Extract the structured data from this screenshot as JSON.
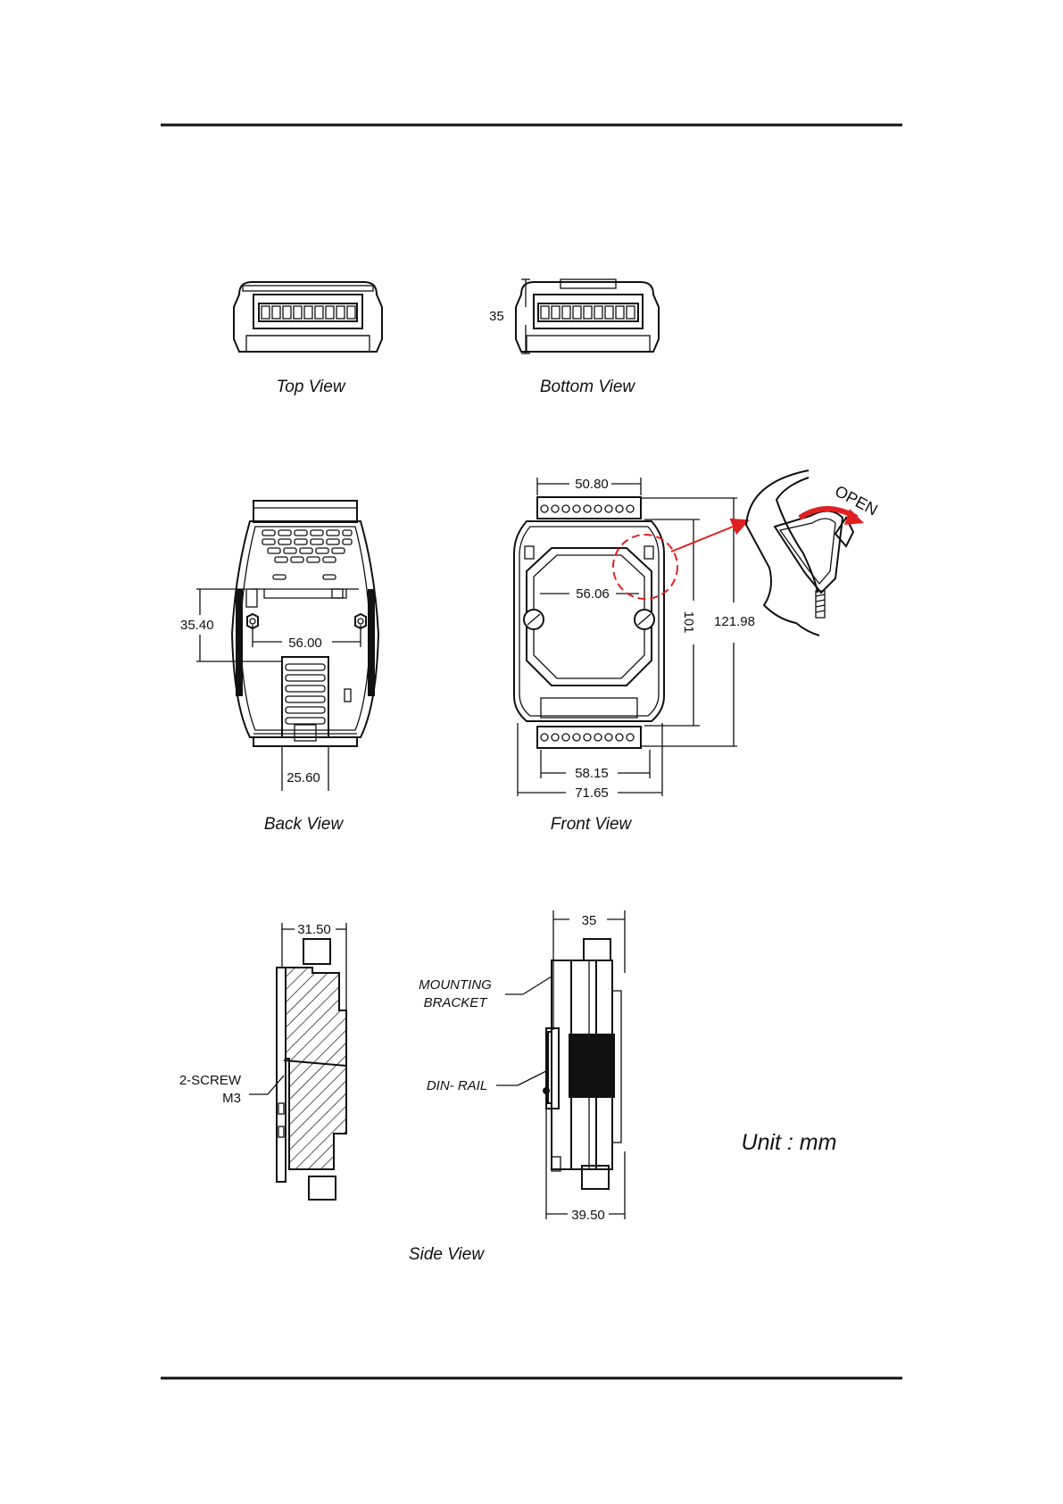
{
  "views": {
    "top": {
      "caption": "Top View"
    },
    "bottom": {
      "caption": "Bottom View",
      "dim_height": "35"
    },
    "back": {
      "caption": "Back View",
      "dim_left": "35.40",
      "dim_mid": "56.00",
      "dim_bottom": "25.60"
    },
    "front": {
      "caption": "Front View",
      "dim_top": "50.80",
      "dim_inner": "56.06",
      "dim_right_inner": "101",
      "dim_right_outer": "121.98",
      "dim_bottom_inner": "58.15",
      "dim_bottom_outer": "71.65",
      "open_label": "OPEN"
    },
    "side": {
      "caption": "Side View",
      "dim_left_top": "31.50",
      "dim_right_top": "35",
      "dim_right_bottom": "39.50",
      "screw_label_1": "2-SCREW",
      "screw_label_2": "M3",
      "bracket_label_1": "MOUNTING",
      "bracket_label_2": "BRACKET",
      "rail_label": "DIN- RAIL"
    }
  },
  "unit_label": "Unit : mm",
  "colors": {
    "accent": "#e02020",
    "line": "#111111"
  }
}
